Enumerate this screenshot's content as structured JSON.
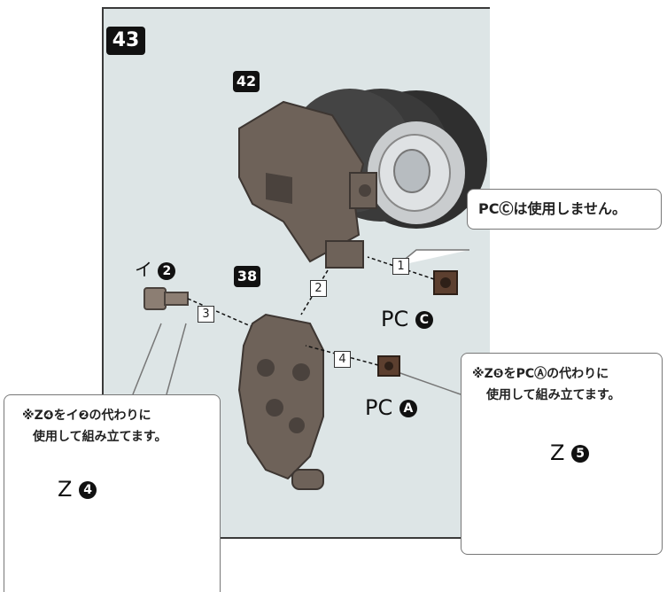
{
  "step": "43",
  "badges": {
    "top": "42",
    "middle": "38"
  },
  "arrows": [
    "1",
    "2",
    "3",
    "4"
  ],
  "labels": {
    "pc_c": "PC",
    "pc_c_circ": "C",
    "pc_a": "PC",
    "pc_a_circ": "A",
    "i2": "イ",
    "i2_circ": "2",
    "z4": "Z",
    "z4_circ": "4",
    "z5": "Z",
    "z5_circ": "5"
  },
  "notes": {
    "pc_c_unused": "PCⒸは使用しません。",
    "left_line1": "※Z❹をイ❷の代わりに",
    "left_line2": "使用して組み立てます。",
    "right_line1": "※Z❺をPCⒶの代わりに",
    "right_line2": "使用して組み立てます。"
  },
  "colors": {
    "part_brown": "#6e6259",
    "tire": "#3a3a3a",
    "background_panel": "#dde5e6"
  }
}
